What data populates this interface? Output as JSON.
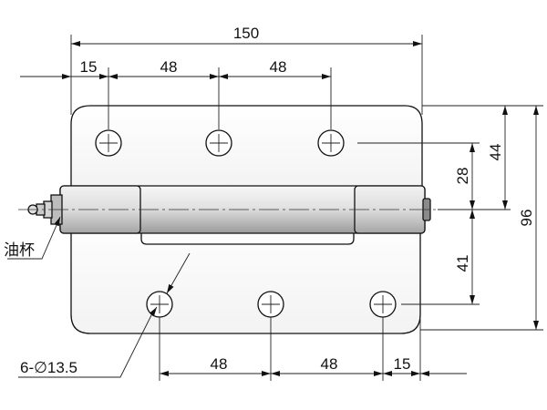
{
  "drawing": {
    "dimensions": {
      "overall_width": "150",
      "top_edge_offset": "15",
      "top_spacing_1": "48",
      "top_spacing_2": "48",
      "bottom_spacing_1": "48",
      "bottom_spacing_2": "48",
      "bottom_edge_offset": "15",
      "upper_hole_to_axis": "28",
      "upper_hole_to_top": "44",
      "lower_hole_to_axis": "41",
      "overall_height": "96"
    },
    "labels": {
      "oil_cup": "油杯",
      "hole_spec": "6-∅13.5"
    }
  }
}
